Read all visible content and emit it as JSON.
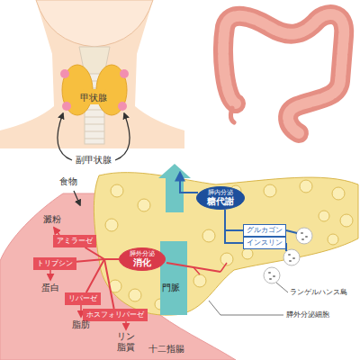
{
  "diagram": {
    "nodes": [
      {
        "text": [
          "膵内分泌",
          "糖代謝"
        ]
      },
      {
        "text": [
          "グルカゴン"
        ]
      },
      {
        "text": [
          "インスリン"
        ]
      },
      {
        "text": [
          "膵外分泌",
          "消化"
        ]
      },
      {
        "text": [
          "アミラーゼ"
        ]
      },
      {
        "text": [
          "トリプシン"
        ]
      },
      {
        "text": [
          "リパーゼ"
        ]
      },
      {
        "text": [
          "ホスフォリパーゼ"
        ]
      }
    ],
    "edges": [
      {
        "from": 1,
        "to": 0,
        "arrow": "none"
      },
      {
        "from": 2,
        "to": 0,
        "arrow": "none"
      },
      {
        "from": 3,
        "to": 4,
        "arrow": "none"
      },
      {
        "from": 3,
        "to": 5,
        "arrow": "none"
      },
      {
        "from": 3,
        "to": 6,
        "arrow": "none"
      },
      {
        "from": 3,
        "to": 7,
        "arrow": "none"
      }
    ],
    "labels": [
      "甲状腺",
      "副甲状腺",
      "食物",
      "澱粉",
      "蛋白",
      "脂肪",
      "リン 脂質",
      "門脈",
      "十二指腸",
      "ランゲルハンス島",
      "膵外分泌細胞"
    ]
  }
}
